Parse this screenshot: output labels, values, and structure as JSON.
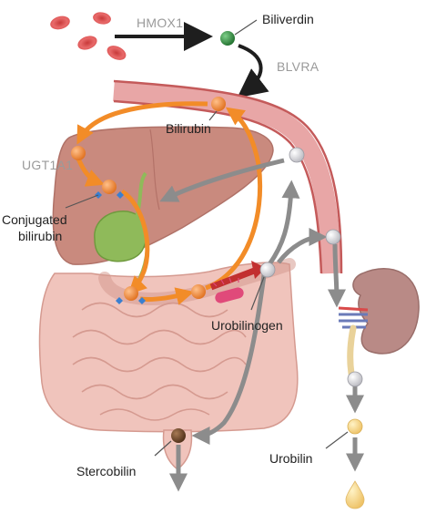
{
  "labels": {
    "hmox1": "HMOX1",
    "biliverdin": "Biliverdin",
    "blvra": "BLVRA",
    "bilirubin": "Bilirubin",
    "ugt1a1": "UGT1A1",
    "conjugated_line1": "Conjugated",
    "conjugated_line2": "bilirubin",
    "urobilinogen": "Urobilinogen",
    "stercobilin": "Stercobilin",
    "urobilin": "Urobilin"
  },
  "colors": {
    "orange_arrow": "#f28c28",
    "gray_arrow": "#8c8c8c",
    "black_arrow": "#1e1e1e",
    "biliverdin_dot": "#2f8a3c",
    "bilirubin_dot": "#f08a3c",
    "urobilinogen_dot": "#cfcfd4",
    "stercobilin_dot": "#6b4226",
    "urobilin_dot": "#f4d27a",
    "liver": "#c98a7e",
    "intestine": "#f0c4bc",
    "vessel": "#e8a6a6",
    "kidney": "#b98a86",
    "gallbladder": "#8fba5a",
    "red_blood_cell": "#e05a5a"
  }
}
